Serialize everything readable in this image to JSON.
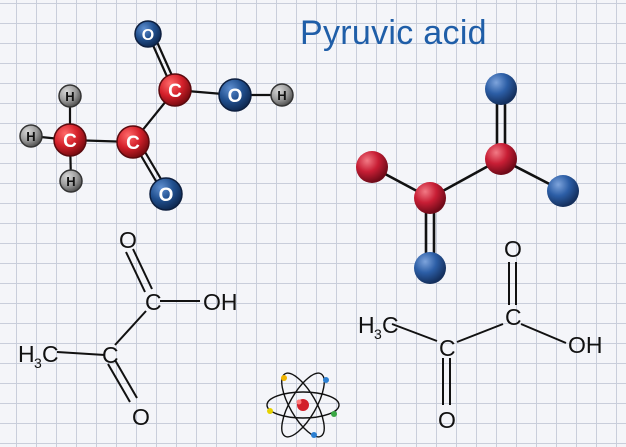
{
  "title": "Pyruvic acid",
  "ball_stick_model": {
    "atoms": [
      {
        "id": "O1",
        "label": "O",
        "color": "#1e4f8f"
      },
      {
        "id": "C1",
        "label": "C",
        "color": "#c4161c"
      },
      {
        "id": "O2",
        "label": "O",
        "color": "#1e4f8f"
      },
      {
        "id": "H1",
        "label": "H",
        "color": "#8c8c8c"
      },
      {
        "id": "C2",
        "label": "C",
        "color": "#c4161c"
      },
      {
        "id": "O3",
        "label": "O",
        "color": "#1e4f8f"
      },
      {
        "id": "C3",
        "label": "C",
        "color": "#c4161c"
      },
      {
        "id": "H2",
        "label": "H",
        "color": "#8c8c8c"
      },
      {
        "id": "H3",
        "label": "H",
        "color": "#8c8c8c"
      },
      {
        "id": "H4",
        "label": "H",
        "color": "#8c8c8c"
      }
    ]
  },
  "skeletal_left": {
    "o_top": "O",
    "c_carboxyl": "C",
    "oh": "OH",
    "h3c_h": "H",
    "h3c_sub": "3",
    "h3c_c": "C",
    "c_keto": "C",
    "o_bottom": "O"
  },
  "skeletal_right": {
    "o_top": "O",
    "c_carboxyl": "C",
    "oh": "OH",
    "h3c_h": "H",
    "h3c_sub": "3",
    "h3c_c": "C",
    "c_keto": "C",
    "o_bottom": "O"
  },
  "colors": {
    "carbon": "#c4161c",
    "oxygen": "#1e4f8f",
    "hydrogen": "#8c8c8c",
    "title": "#1f5ea8",
    "grid": "#c9cedb"
  },
  "icons": [
    "atom-icon"
  ]
}
